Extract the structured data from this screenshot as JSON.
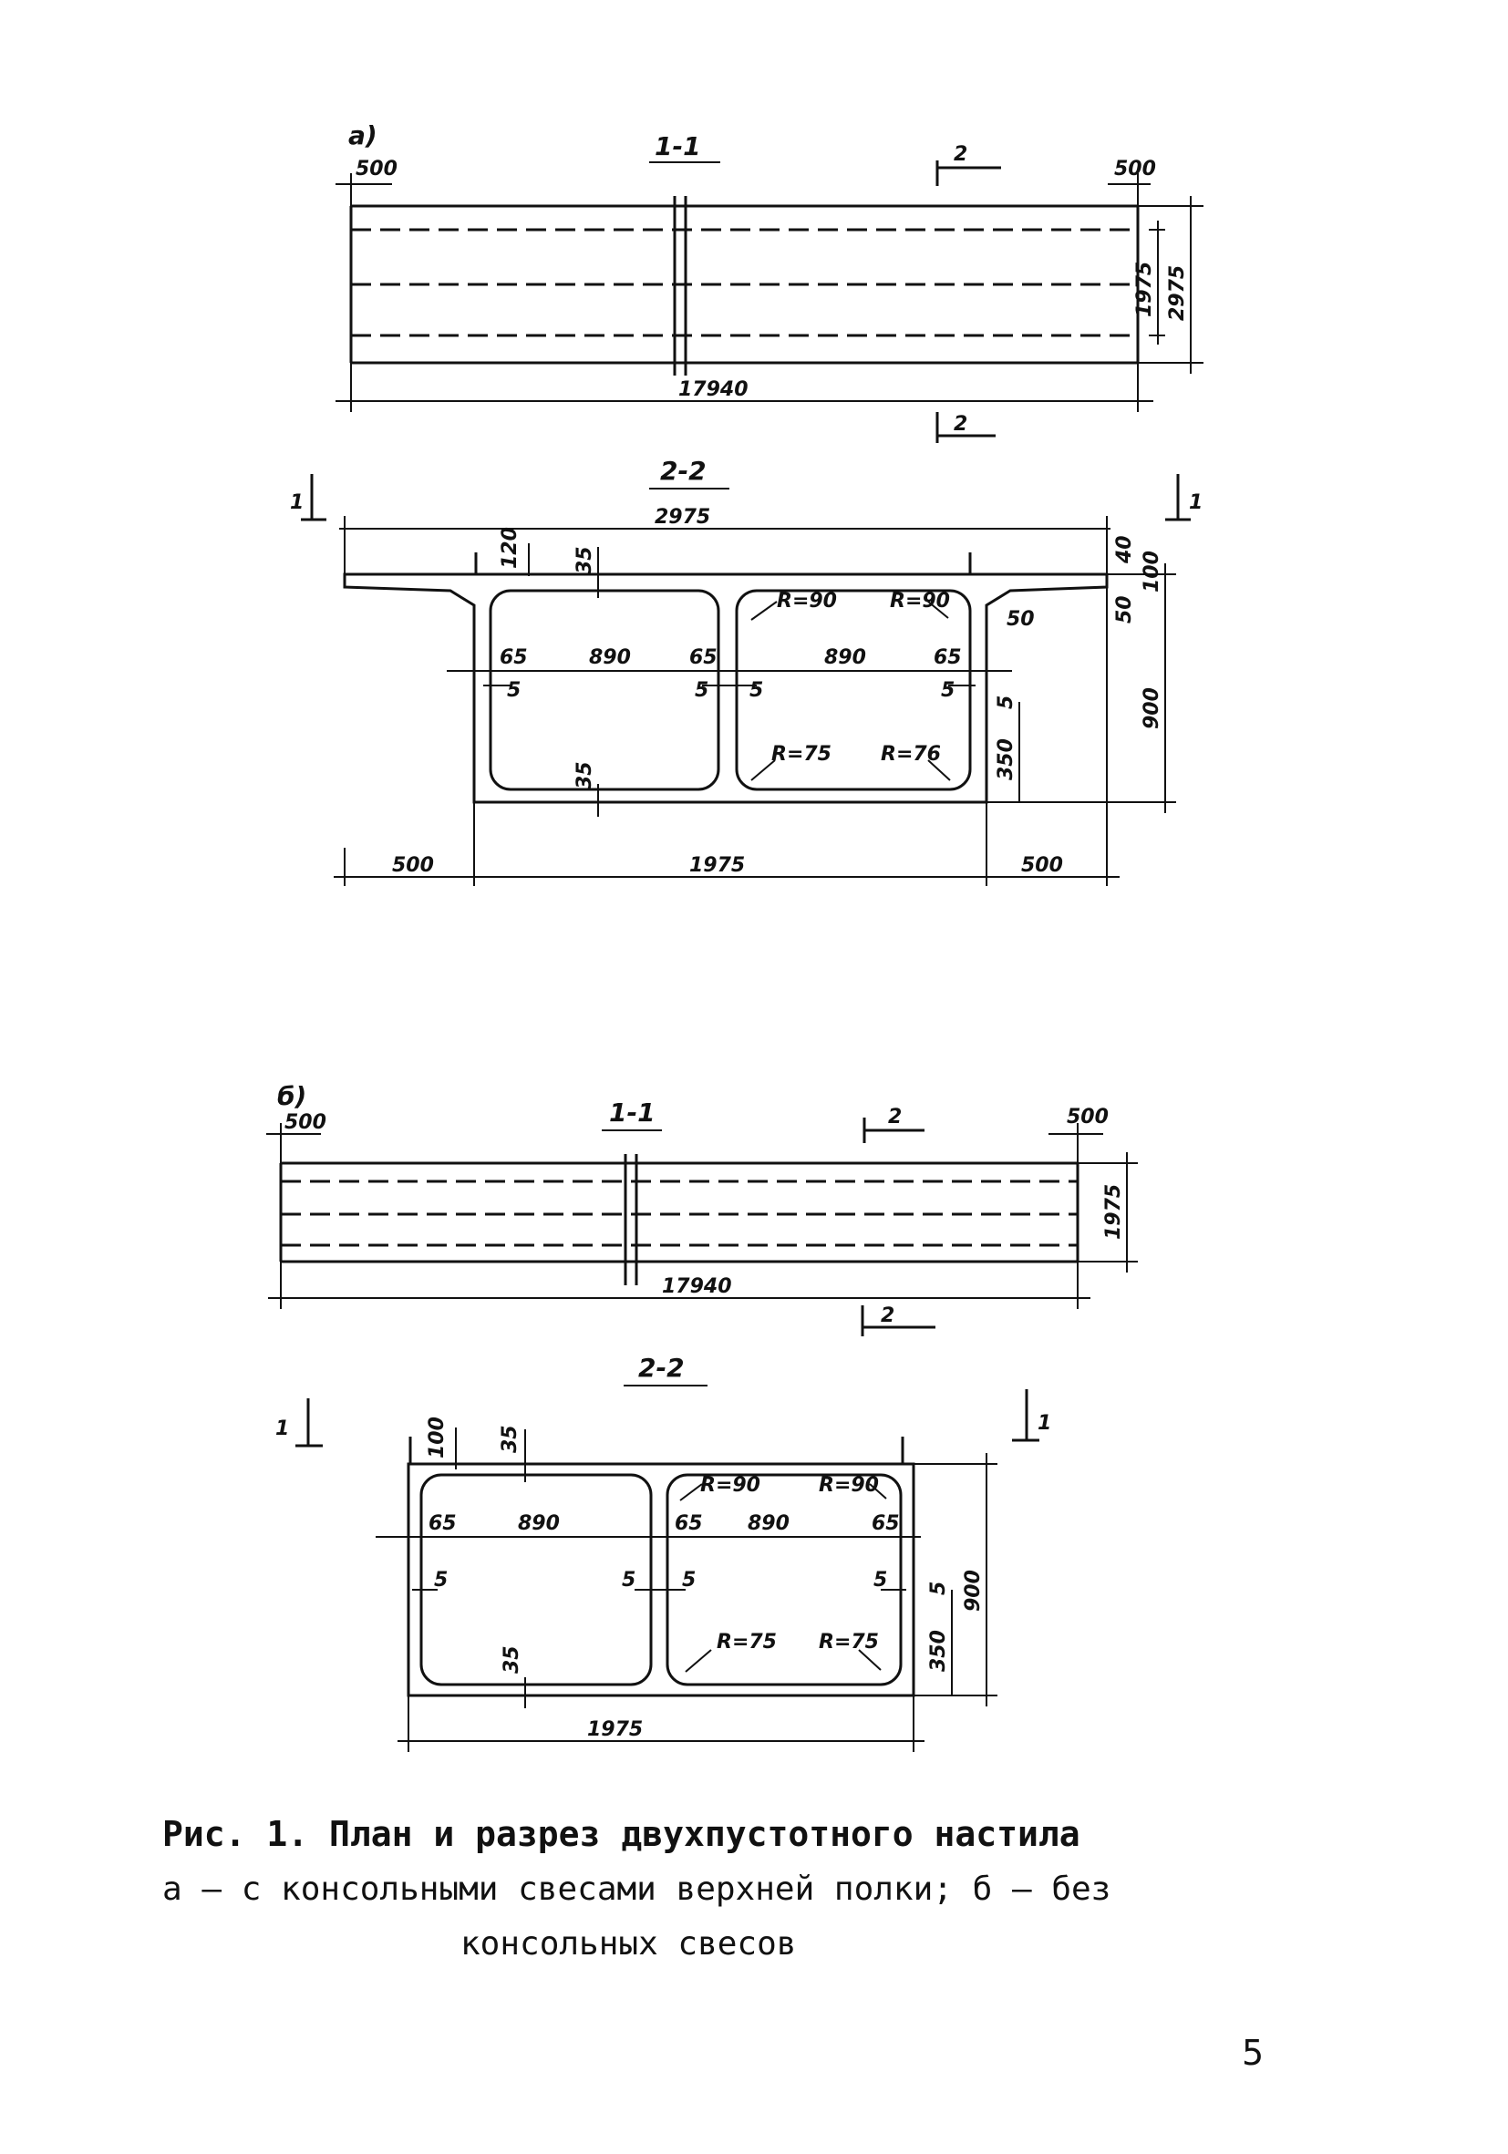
{
  "figure_a": {
    "tag": "а)",
    "section_11": "1-1",
    "section_22": "2-2",
    "cut_mark_2": "2",
    "cut_mark_1": "1",
    "dim_end_left": "500",
    "dim_end_right": "500",
    "dim_length": "17940",
    "dim_width": "1975",
    "dim_overall_width": "2975",
    "sec_top_width": "2975",
    "sec_bot_left": "500",
    "sec_bot_mid": "1975",
    "sec_bot_right": "500",
    "d_120": "120",
    "d_35_top": "35",
    "d_35_bot": "35",
    "d_40": "40",
    "d_100": "100",
    "d_50": "50",
    "d_50b": "50",
    "d_900": "900",
    "d_350": "350",
    "d_5": "5",
    "d_65": "65",
    "d_890": "890",
    "r_90": "R=90",
    "r_75": "R=75",
    "r_76": "R=76"
  },
  "figure_b": {
    "tag": "б)",
    "section_11": "1-1",
    "section_22": "2-2",
    "cut_mark_2": "2",
    "cut_mark_1": "1",
    "dim_end_left": "500",
    "dim_end_right": "500",
    "dim_length": "17940",
    "dim_width": "1975",
    "sec_bot_width": "1975",
    "d_100": "100",
    "d_35_top": "35",
    "d_35_bot": "35",
    "d_900": "900",
    "d_350": "350",
    "d_5": "5",
    "d_65": "65",
    "d_890": "890",
    "r_90": "R=90",
    "r_75": "R=75"
  },
  "caption": {
    "line1": "Рис. 1. План и разрез двухпустотного настила",
    "line2": "а – с консольными свесами верхней полки; б – без",
    "line3": "консольных свесов"
  },
  "page_number": "5"
}
